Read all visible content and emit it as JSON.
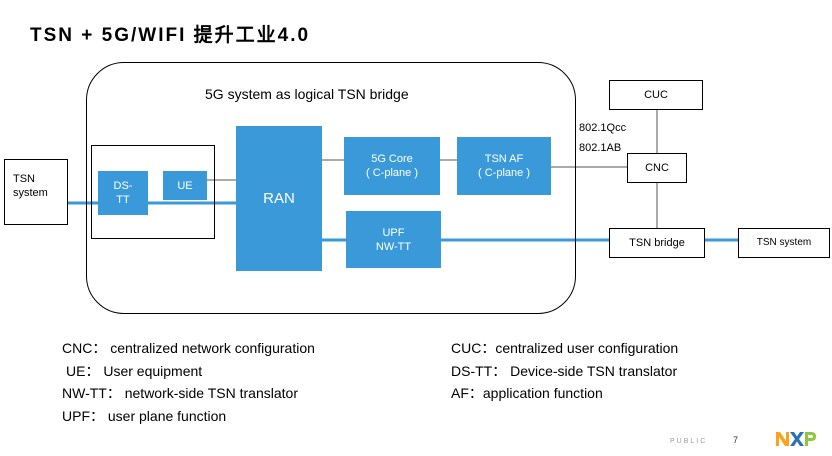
{
  "title": "TSN + 5G/WIFI 提升工业4.0",
  "diagram": {
    "bridge_label": "5G system as logical TSN bridge",
    "tsn_system_left": "TSN\nsystem",
    "ds_tt": "DS-\nTT",
    "ue": "UE",
    "ran": "RAN",
    "core": "5G Core\n( C-plane )",
    "tsn_af": "TSN AF\n( C-plane )",
    "upf": "UPF\nNW-TT",
    "cuc": "CUC",
    "cnc": "CNC",
    "tsn_bridge": "TSN bridge",
    "tsn_system_right": "TSN system",
    "protocol_1": "802.1Qcc",
    "protocol_2": "802.1AB"
  },
  "legend": {
    "left": [
      "CNC： centralized network configuration",
      "UE： User equipment",
      "NW-TT： network-side TSN translator",
      "UPF： user plane function"
    ],
    "right": [
      "CUC：centralized user configuration",
      "DS-TT： Device-side TSN translator",
      "AF：application function"
    ]
  },
  "footer": {
    "classification": "PUBLIC",
    "page": "7"
  },
  "colors": {
    "accent_blue": "#3a9ad9",
    "logo_orange": "#f9a51b",
    "logo_blue": "#2c6fb7",
    "logo_green": "#8cc63f"
  }
}
